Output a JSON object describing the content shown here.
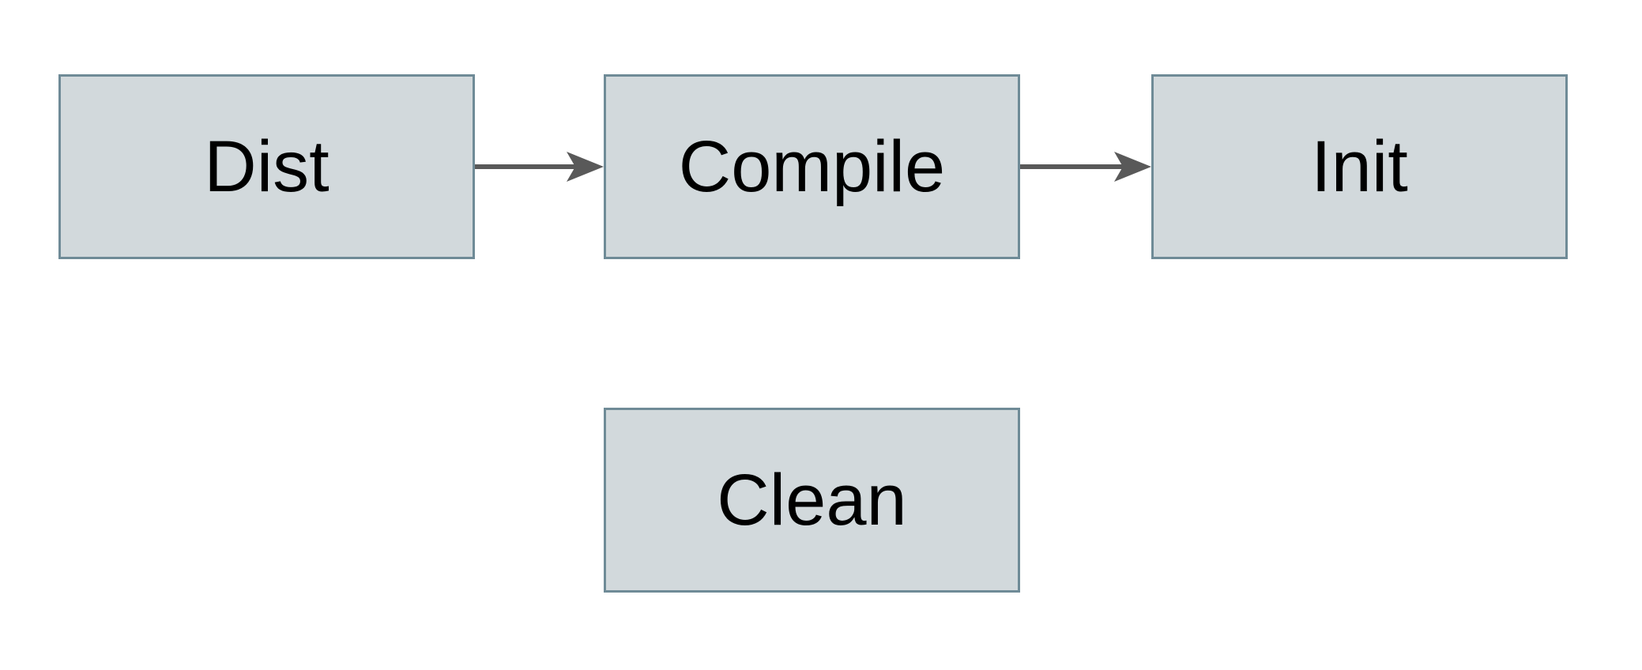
{
  "diagram": {
    "type": "flowchart",
    "nodes": [
      {
        "id": "dist",
        "label": "Dist"
      },
      {
        "id": "compile",
        "label": "Compile"
      },
      {
        "id": "init",
        "label": "Init"
      },
      {
        "id": "clean",
        "label": "Clean"
      }
    ],
    "edges": [
      {
        "from": "Dist",
        "to": "Compile",
        "direction": "right"
      },
      {
        "from": "Compile",
        "to": "Init",
        "direction": "right"
      }
    ],
    "colors": {
      "background": "#ffffff",
      "node_fill": "#d2d9dc",
      "node_border": "#6f8b97",
      "label": "#000000",
      "arrow": "#595959"
    }
  }
}
